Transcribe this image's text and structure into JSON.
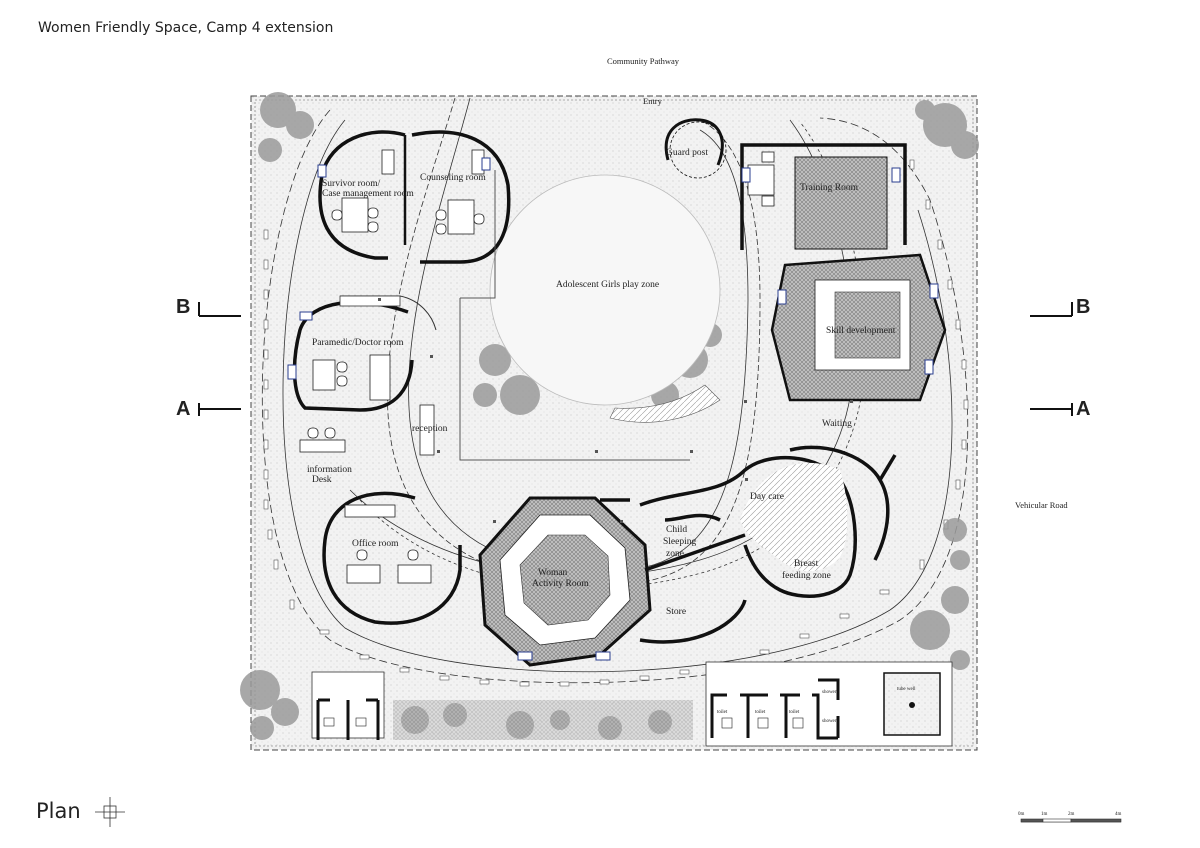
{
  "sheet_title": "Women Friendly Space, Camp 4 extension",
  "plan_label": "Plan",
  "section_markers": {
    "b_left": "B",
    "b_right": "B",
    "a_left": "A",
    "a_right": "A"
  },
  "site_labels": {
    "community_pathway": "Community Pathway",
    "entry": "Entry",
    "vehicular_road": "Vehicular Road"
  },
  "rooms": {
    "guard_post": "Guard post",
    "survivor_room_1": "Survivor room/",
    "survivor_room_2": "Case management room",
    "counseling_room": "Counseling room",
    "training_room": "Training Room",
    "play_zone": "Adolescent Girls play zone",
    "skill_development": "Skill development",
    "paramedic_room": "Paramedic/Doctor room",
    "reception": "reception",
    "waiting": "Waiting",
    "information_desk_1": "information",
    "information_desk_2": "Desk",
    "day_care": "Day care",
    "office_room": "Office room",
    "child_sleeping_1": "Child",
    "child_sleeping_2": "Sleeping",
    "child_sleeping_3": "zone",
    "woman_activity_1": "Woman",
    "woman_activity_2": "Activity Room",
    "breast_feeding_1": "Breast",
    "breast_feeding_2": "feeding zone",
    "store": "Store",
    "tube_well": "tube well",
    "shower_1": "shower",
    "shower_2": "shower",
    "toilet_1": "toilet",
    "toilet_2": "toilet",
    "toilet_3": "toilet"
  },
  "scale_bar": {
    "t0": "0m",
    "t1": "1m",
    "t2": "2m",
    "t3": "4m"
  },
  "colors": {
    "wall": "#111111",
    "hatch": "#8a8a8a",
    "vegetation": "#9a9a9a",
    "window": "#2a3d8f",
    "ground": "#eeeeee"
  }
}
